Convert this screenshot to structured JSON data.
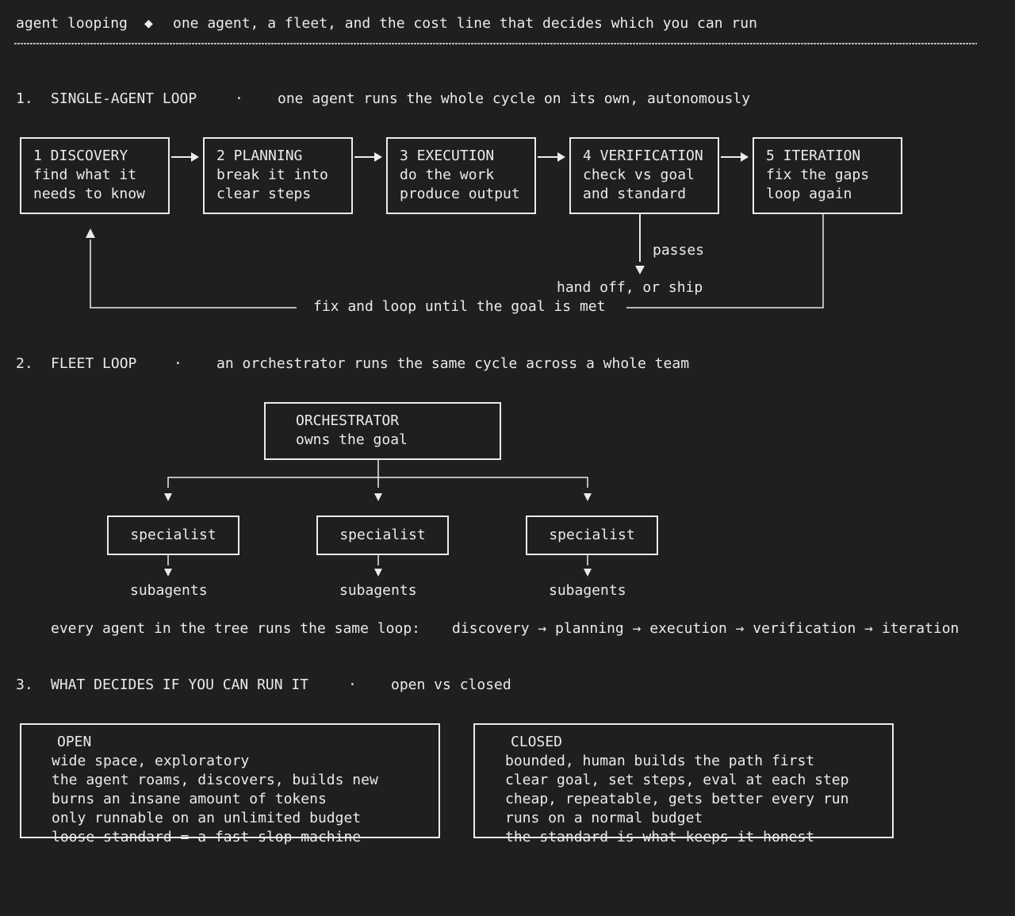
{
  "header": {
    "title": "agent looping",
    "separator": "◆",
    "subtitle": "one agent, a fleet, and the cost line that decides which you can run"
  },
  "section1": {
    "number": "1.",
    "title": "SINGLE-AGENT LOOP",
    "dot": "·",
    "description": "one agent runs the whole cycle on its own, autonomously",
    "steps": [
      {
        "title": "1 DISCOVERY",
        "line1": "find what it",
        "line2": "needs to know"
      },
      {
        "title": "2 PLANNING",
        "line1": "break it into",
        "line2": "clear steps"
      },
      {
        "title": "3 EXECUTION",
        "line1": "do the work",
        "line2": "produce output"
      },
      {
        "title": "4 VERIFICATION",
        "line1": "check vs goal",
        "line2": "and standard"
      },
      {
        "title": "5 ITERATION",
        "line1": "fix the gaps",
        "line2": "loop again"
      }
    ],
    "passes_label": "passes",
    "ship_label": "hand off, or ship",
    "loop_label": "fix and loop until the goal is met"
  },
  "section2": {
    "number": "2.",
    "title": "FLEET LOOP",
    "dot": "·",
    "description": "an orchestrator runs the same cycle across a whole team",
    "orchestrator": {
      "title": "ORCHESTRATOR",
      "subtitle": "owns the goal"
    },
    "specialists": [
      {
        "label": "specialist",
        "sub": "subagents"
      },
      {
        "label": "specialist",
        "sub": "subagents"
      },
      {
        "label": "specialist",
        "sub": "subagents"
      }
    ],
    "loop_prefix": "every agent in the tree runs the same loop:",
    "loop_sequence": "discovery → planning → execution → verification → iteration"
  },
  "section3": {
    "number": "3.",
    "title": "WHAT DECIDES IF YOU CAN RUN IT",
    "dot": "·",
    "description": "open vs closed",
    "open": {
      "title": "OPEN",
      "lines": [
        "wide space, exploratory",
        "the agent roams, discovers, builds new",
        "burns an insane amount of tokens",
        "only runnable on an unlimited budget",
        "loose standard = a fast slop machine"
      ]
    },
    "closed": {
      "title": "CLOSED",
      "lines": [
        "bounded, human builds the path first",
        "clear goal, set steps, eval at each step",
        "cheap, repeatable, gets better every run",
        "runs on a normal budget",
        "the standard is what keeps it honest"
      ]
    }
  },
  "colors": {
    "background": "#1f1f1f",
    "foreground": "#ebebeb"
  }
}
